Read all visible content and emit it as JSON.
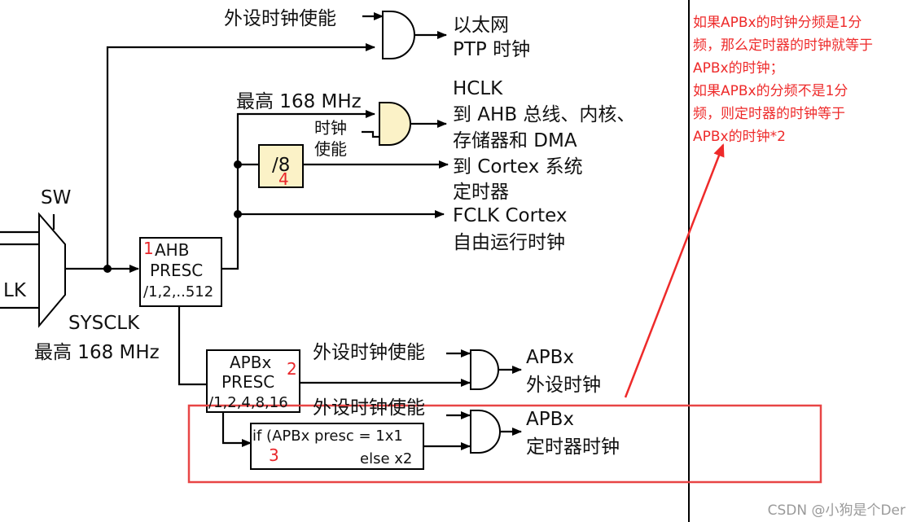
{
  "labels": {
    "periph_clk_en_1": "外设时钟使能",
    "ethernet": "以太网",
    "ptp_clk": "PTP 时钟",
    "max_168_top": "最高 168 MHz",
    "hclk": "HCLK",
    "to_ahb": "到 AHB 总线、内核、",
    "mem_dma": "存储器和 DMA",
    "clk_en_a": "时钟",
    "clk_en_b": "使能",
    "div8": "/8",
    "to_cortex": "到 Cortex 系统",
    "timer": "定时器",
    "fclk": "FCLK Cortex",
    "free_run": "自由运行时钟",
    "sw": "SW",
    "lk": "LK",
    "sysclk": "SYSCLK",
    "max_168_bottom": "最高 168 MHz",
    "ahb_1": "AHB",
    "ahb_2": "PRESC",
    "ahb_3": "/1,2,..512",
    "apb_1": "APBx",
    "apb_2": "PRESC",
    "apb_3": "/1,2,4,8,16",
    "periph_clk_en_2": "外设时钟使能",
    "apbx_a": "APBx",
    "periph_clk": "外设时钟",
    "periph_clk_en_3": "外设时钟使能",
    "apbx_b": "APBx",
    "timer_clk": "定时器时钟",
    "if_line1": "if (APBx presc = 1x1",
    "if_line2": "else x2"
  },
  "markers": {
    "m1": "1",
    "m2": "2",
    "m3": "3",
    "m4": "4"
  },
  "annotation": {
    "lines": [
      "如果APBx的时钟分频是1分",
      "频，那么定时器的时钟就等于",
      "APBx的时钟；",
      "如果APBx的分频不是1分",
      "频，则定时器的时钟等于",
      "APBx的时钟*2"
    ]
  },
  "watermark": "CSDN @小狗是个Der",
  "colors": {
    "annotation": "#ee2a2a",
    "highlight_box": "#e84545",
    "div8_fill": "#fbf2c7",
    "gate_fill": "#fbf2c7"
  }
}
